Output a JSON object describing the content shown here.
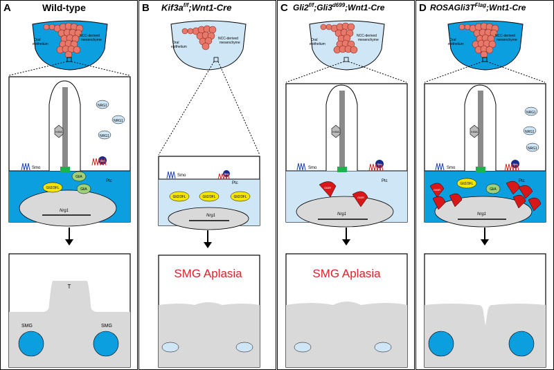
{
  "panels": [
    {
      "letter": "A",
      "title": "Wild-type",
      "head": {
        "oral": "Oral\nepithelium",
        "ncc": "NCC-derived\nmesenchyme"
      },
      "labels": {
        "smo": "Smo",
        "ptc": "Ptc",
        "shh": "Shh",
        "kif": "Kif3A",
        "gli3fl": "Gli2/3FL",
        "glia": "GliA",
        "glia2": "GliA",
        "nrg": "Nrg1",
        "nrg_prot": [
          "NRG1",
          "NRG1",
          "NRG1"
        ]
      },
      "outcome": {
        "tooth": "T",
        "smg_left": "SMG",
        "smg_right": "SMG"
      }
    },
    {
      "letter": "B",
      "title_main": "Kif3a",
      "title_sup": "f/f",
      "title_rest": ";Wnt1-Cre",
      "head": {
        "oral": "Oral\nepithelium",
        "ncc": "NCC-derived\nmesenchyme"
      },
      "labels": {
        "smo": "Smo",
        "ptc": "Ptc",
        "shh": "Shh",
        "gli1": "Gli2/3FL",
        "gli2": "Gli2/3FL",
        "gli3": "Gli2/3FL",
        "nrg": "Nrg1"
      },
      "outcome": {
        "text": "SMG Aplasia"
      }
    },
    {
      "letter": "C",
      "title_main": "Gli2",
      "title_sup": "f/f",
      "title_rest": ";Gli3",
      "title_sup2": "d699",
      "title_rest2": ";Wnt1-Cre",
      "head": {
        "oral": "Oral\nepithelium",
        "ncc": "NCC-derived\nmesenchyme"
      },
      "labels": {
        "smo": "Smo",
        "ptc": "Ptc",
        "shh": "Shh",
        "kif": "Kif3A",
        "glir1": "Gli3R",
        "glir2": "Gli3R",
        "nrg": "Nrg1"
      },
      "outcome": {
        "text": "SMG Aplasia"
      }
    },
    {
      "letter": "D",
      "title_main": "ROSAGli3T",
      "title_sup": "Flag",
      "title_rest": ";Wnt1-Cre",
      "head": {
        "oral": "Oral\nepithelium",
        "ncc": "NCC-derived\nmesenchyme"
      },
      "labels": {
        "smo": "Smo",
        "ptc": "Ptc",
        "shh": "Shh",
        "kif": "Kif3A",
        "gli3fl": "Gli2/3FL",
        "glia": "GliA",
        "glir": "Gli3R",
        "nrg": "Nrg1",
        "nrg_prot": [
          "NRG1",
          "NRG1",
          "NRG1"
        ]
      }
    }
  ],
  "colors": {
    "blue": "#0b9fe0",
    "lightblue": "#cfe6f7",
    "yellow": "#f5e600",
    "green": "#9ed07a",
    "red": "#e02020",
    "gray": "#d9d9d9",
    "salmon": "#e8786a"
  }
}
